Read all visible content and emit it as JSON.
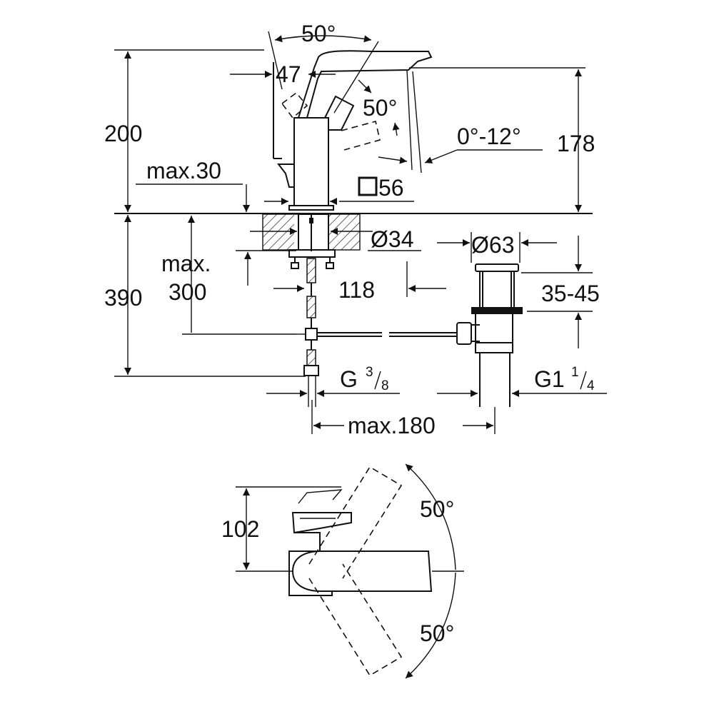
{
  "dimensions": {
    "side_view": {
      "lever_swing_angle": "50°",
      "lever_offset": "47",
      "lever_tilt_angle": "50°",
      "spout_tilt_range": "0°-12°",
      "height_total": "200",
      "spout_height": "178",
      "max_deck_thickness": "max.30",
      "body_square": "56",
      "hole_diameter": "Ø34",
      "waste_diameter": "Ø63",
      "below_deck_total": "390",
      "max_hose_line_1": "max.",
      "max_hose_line_2": "300",
      "hose_offset": "118",
      "waste_height_range": "35-45",
      "supply_thread_main": "G",
      "supply_thread_num": "3",
      "supply_thread_den": "8",
      "waste_thread_main": "G1",
      "waste_thread_num": "1",
      "waste_thread_den": "4",
      "max_spacing": "max.180"
    },
    "top_view": {
      "swivel_left": "50°",
      "swivel_right": "50°",
      "depth": "102"
    }
  }
}
